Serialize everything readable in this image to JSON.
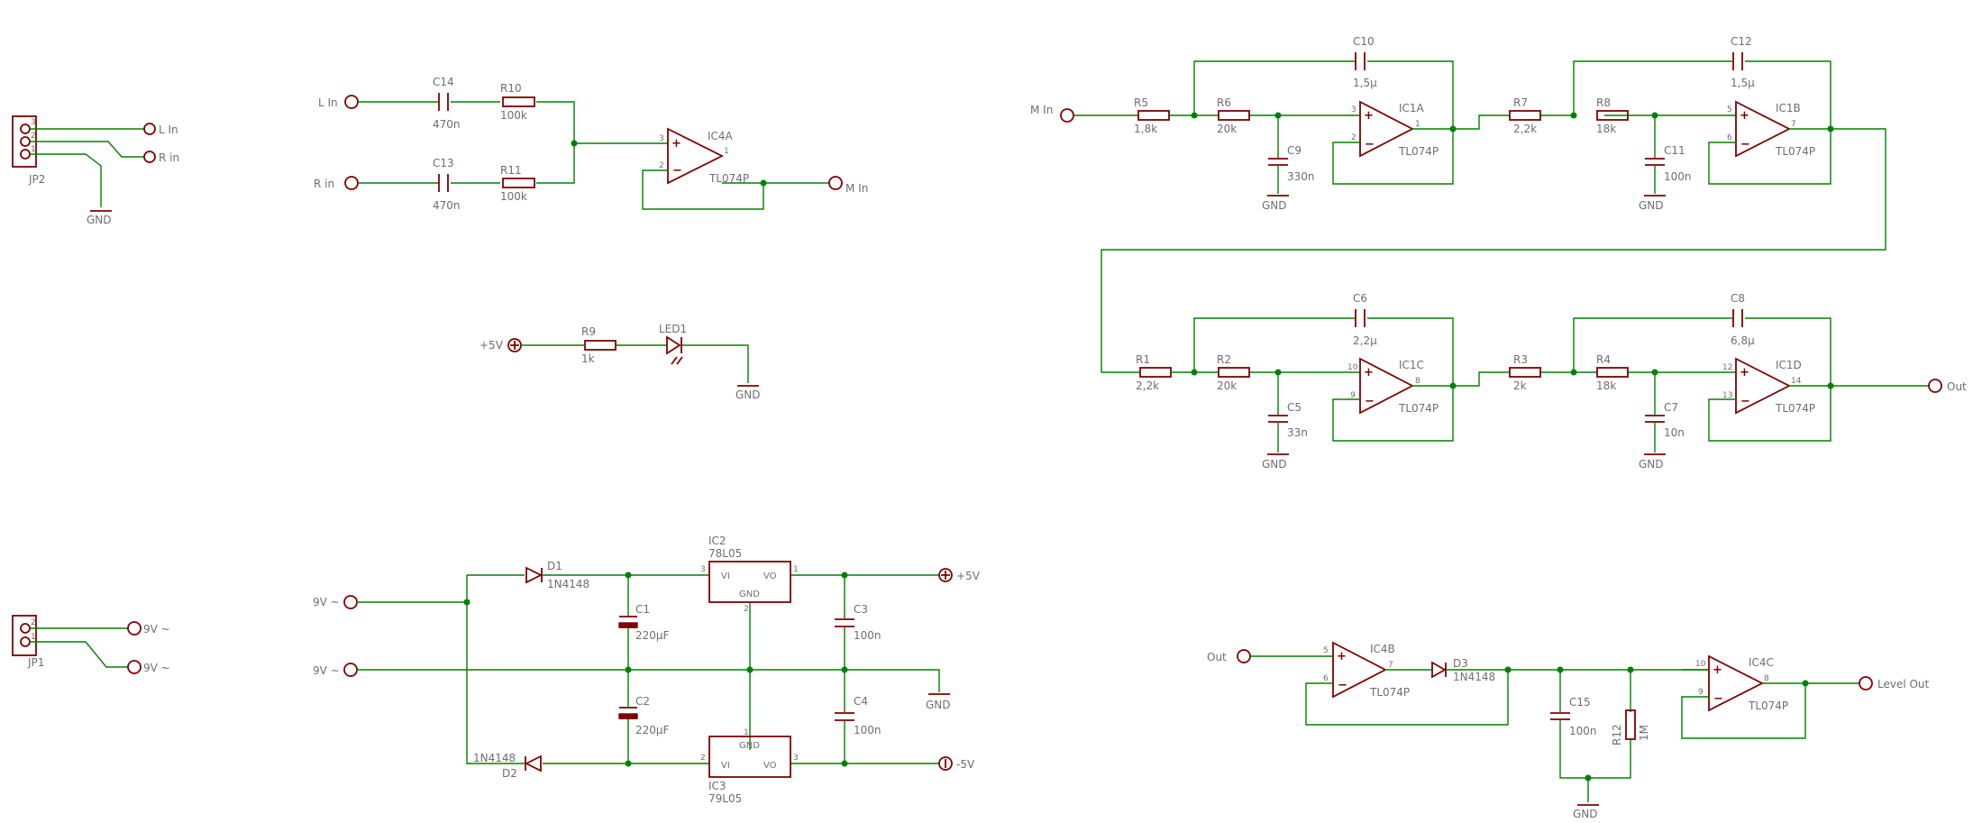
{
  "connectors": {
    "jp2": {
      "name": "JP2",
      "pins": [
        "3",
        "2",
        "1"
      ],
      "l_in": "L In",
      "r_in": "R in",
      "gnd": "GND"
    },
    "jp1": {
      "name": "JP1",
      "pins": [
        "2",
        "1"
      ],
      "v1": "9V ~",
      "v2": "9V ~"
    }
  },
  "mixer": {
    "l_in": "L In",
    "r_in": "R in",
    "c14": {
      "name": "C14",
      "value": "470n"
    },
    "r10": {
      "name": "R10",
      "value": "100k"
    },
    "c13": {
      "name": "C13",
      "value": "470n"
    },
    "r11": {
      "name": "R11",
      "value": "100k"
    },
    "ic4a": {
      "name": "IC4A",
      "part": "TL074P",
      "pin_plus": "3",
      "pin_minus": "2",
      "pin_out": "1"
    },
    "m_in": "M In"
  },
  "indicator": {
    "supply": "+5V",
    "r9": {
      "name": "R9",
      "value": "1k"
    },
    "led": "LED1",
    "gnd": "GND"
  },
  "power": {
    "in1": "9V ~",
    "in2": "9V ~",
    "d1": {
      "name": "D1",
      "value": "1N4148"
    },
    "d2": {
      "name": "D2",
      "value": "1N4148"
    },
    "c1": {
      "name": "C1",
      "value": "220µF"
    },
    "c2": {
      "name": "C2",
      "value": "220µF"
    },
    "ic2": {
      "name": "IC2",
      "part": "78L05",
      "vi": "VI",
      "vo": "VO",
      "gnd": "GND",
      "pin_in": "3",
      "pin_out": "1",
      "pin_gnd": "2"
    },
    "ic3": {
      "name": "IC3",
      "part": "79L05",
      "vi": "VI",
      "vo": "VO",
      "gnd": "GND",
      "pin_in": "2",
      "pin_out": "3",
      "pin_gnd": "1"
    },
    "c3": {
      "name": "C3",
      "value": "100n"
    },
    "c4": {
      "name": "C4",
      "value": "100n"
    },
    "pos": "+5V",
    "neg": "-5V",
    "gnd": "GND"
  },
  "filter1": {
    "m_in": "M In",
    "r5": {
      "name": "R5",
      "value": "1,8k"
    },
    "r6": {
      "name": "R6",
      "value": "20k"
    },
    "c9": {
      "name": "C9",
      "value": "330n"
    },
    "c10": {
      "name": "C10",
      "value": "1,5µ"
    },
    "ic1a": {
      "name": "IC1A",
      "part": "TL074P",
      "pin_plus": "3",
      "pin_minus": "2",
      "pin_out": "1"
    },
    "r7": {
      "name": "R7",
      "value": "2,2k"
    },
    "r8": {
      "name": "R8",
      "value": "18k"
    },
    "c11": {
      "name": "C11",
      "value": "100n"
    },
    "c12": {
      "name": "C12",
      "value": "1,5µ"
    },
    "ic1b": {
      "name": "IC1B",
      "part": "TL074P",
      "pin_plus": "5",
      "pin_minus": "6",
      "pin_out": "7"
    },
    "gnd": "GND"
  },
  "filter2": {
    "r1": {
      "name": "R1",
      "value": "2,2k"
    },
    "r2": {
      "name": "R2",
      "value": "20k"
    },
    "c5": {
      "name": "C5",
      "value": "33n"
    },
    "c6": {
      "name": "C6",
      "value": "2,2µ"
    },
    "ic1c": {
      "name": "IC1C",
      "part": "TL074P",
      "pin_plus": "10",
      "pin_minus": "9",
      "pin_out": "8"
    },
    "r3": {
      "name": "R3",
      "value": "2k"
    },
    "r4": {
      "name": "R4",
      "value": "18k"
    },
    "c7": {
      "name": "C7",
      "value": "10n"
    },
    "c8": {
      "name": "C8",
      "value": "6,8µ"
    },
    "ic1d": {
      "name": "IC1D",
      "part": "TL074P",
      "pin_plus": "12",
      "pin_minus": "13",
      "pin_out": "14"
    },
    "out": "Out",
    "gnd": "GND"
  },
  "level": {
    "out": "Out",
    "ic4b": {
      "name": "IC4B",
      "part": "TL074P",
      "pin_plus": "5",
      "pin_minus": "6",
      "pin_out": "7"
    },
    "d3": {
      "name": "D3",
      "value": "1N4148"
    },
    "c15": {
      "name": "C15",
      "value": "100n"
    },
    "r12": {
      "name": "R12",
      "value": "1M"
    },
    "ic4c": {
      "name": "IC4C",
      "part": "TL074P",
      "pin_plus": "10",
      "pin_minus": "9",
      "pin_out": "8"
    },
    "level_out": "Level Out",
    "gnd": "GND"
  },
  "colors": {
    "wire": "#008000",
    "symbol": "#800000",
    "text": "#6e6e6e",
    "background": "#ffffff"
  }
}
